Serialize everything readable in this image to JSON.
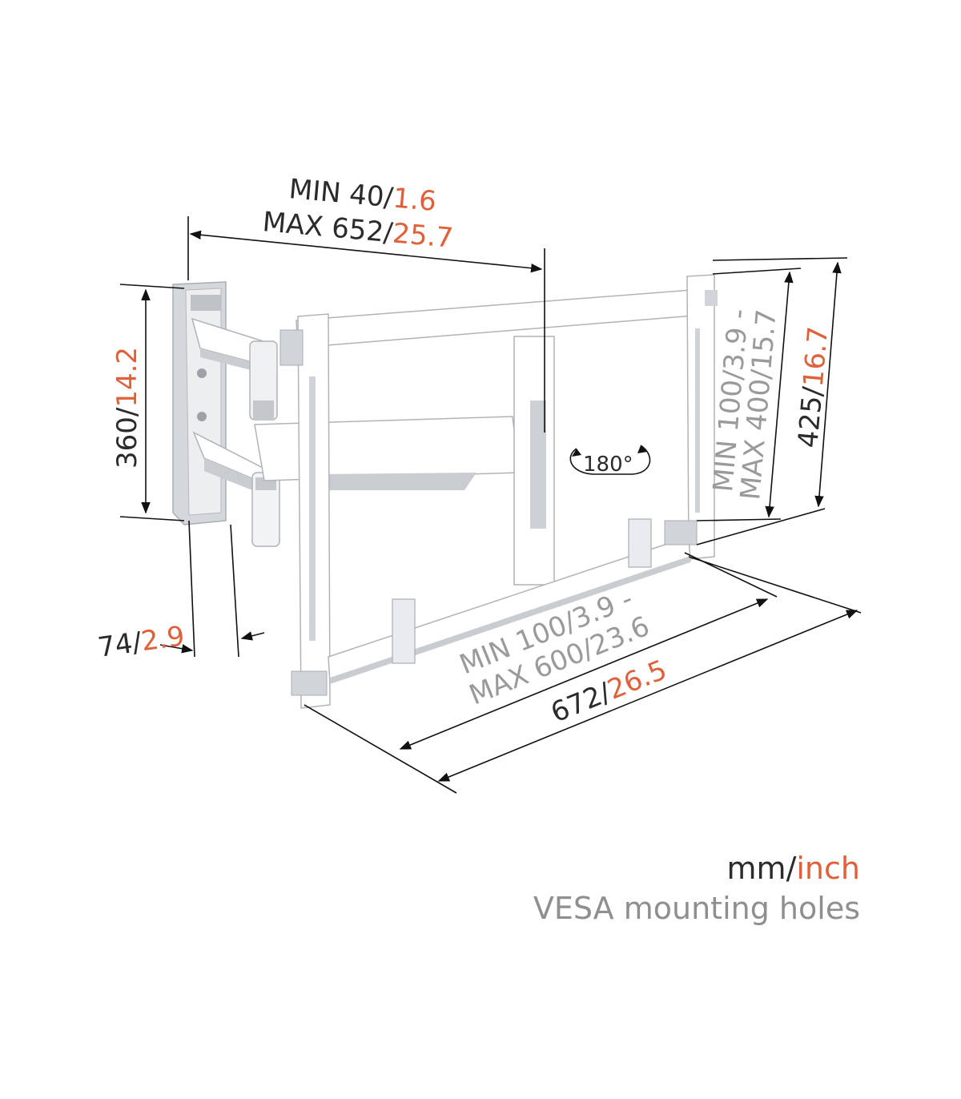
{
  "dimensions": {
    "arm_extension": {
      "min_mm": "MIN 40/",
      "min_in": "1.6",
      "max_mm": "MAX 652/",
      "max_in": "25.7"
    },
    "wall_plate_height": {
      "mm": "360/",
      "in": "14.2"
    },
    "wall_depth": {
      "mm": "74/",
      "in": "2.9"
    },
    "tv_plate_height": {
      "mm": "425/",
      "in": "16.7"
    },
    "tv_plate_width": {
      "mm": "672/",
      "in": "26.5"
    },
    "vesa_vertical": {
      "line1": "MIN 100/3.9 -",
      "line2": "MAX 400/15.7"
    },
    "vesa_horizontal": {
      "line1": "MIN 100/3.9 -",
      "line2": "MAX 600/23.6"
    },
    "rotation": "180°"
  },
  "legend": {
    "units_mm": "mm/",
    "units_in": "inch",
    "vesa": "VESA mounting holes"
  },
  "colors": {
    "dimension_text": "#2b2b2b",
    "inch_accent": "#e0603a",
    "vesa_text": "#9a9a9a",
    "mount_body": "#ffffff",
    "mount_shade": "#c9ccd0"
  }
}
